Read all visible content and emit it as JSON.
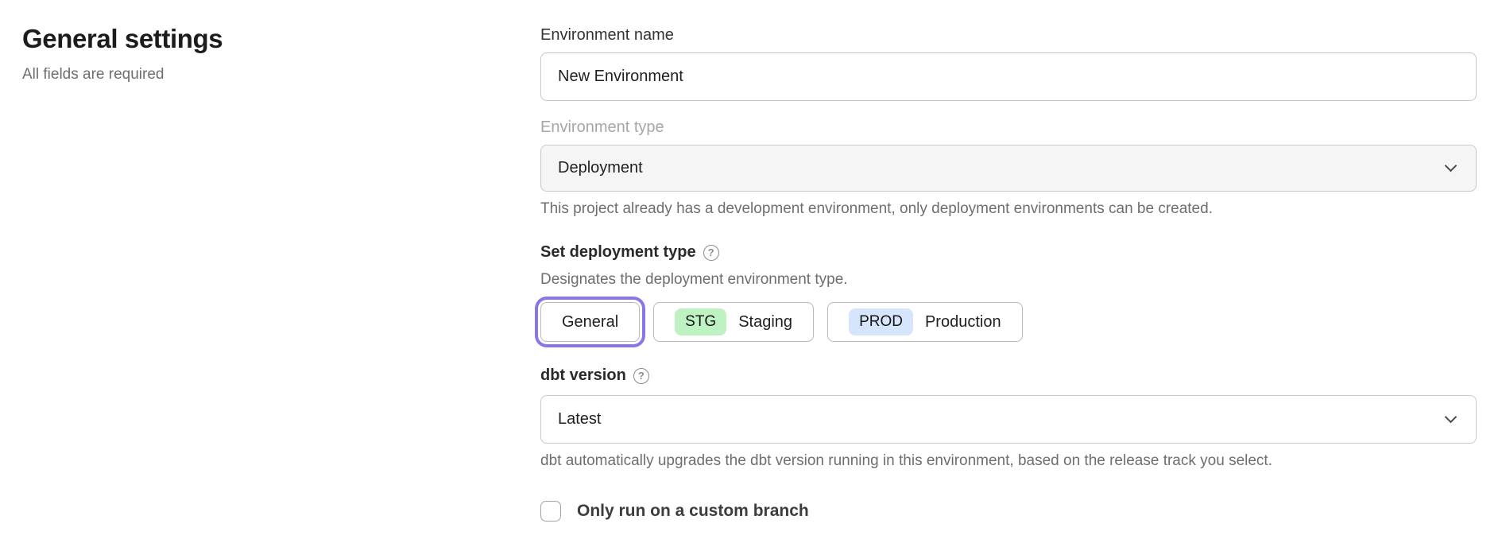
{
  "page": {
    "title": "General settings",
    "subtitle": "All fields are required"
  },
  "form": {
    "environment_name": {
      "label": "Environment name",
      "value": "New Environment"
    },
    "environment_type": {
      "label": "Environment type",
      "value": "Deployment",
      "state": "disabled",
      "helper": "This project already has a development environment, only deployment environments can be created."
    },
    "deployment_type": {
      "label": "Set deployment type",
      "description": "Designates the deployment environment type.",
      "selected": "General",
      "options": [
        {
          "label": "General"
        },
        {
          "badge": "STG",
          "label": "Staging",
          "badge_color": "#BFF2C2"
        },
        {
          "badge": "PROD",
          "label": "Production",
          "badge_color": "#D7E5FC"
        }
      ]
    },
    "dbt_version": {
      "label": "dbt version",
      "value": "Latest",
      "helper": "dbt automatically upgrades the dbt version running in this environment, based on the release track you select."
    },
    "custom_branch": {
      "label": "Only run on a custom branch",
      "checked": false
    }
  },
  "icons": {
    "help_glyph": "?"
  },
  "colors": {
    "accent_ring": "#8678E8",
    "staging_badge": "#BFF2C2",
    "production_badge": "#D7E5FC",
    "disabled_field_bg": "#F5F5F5"
  }
}
